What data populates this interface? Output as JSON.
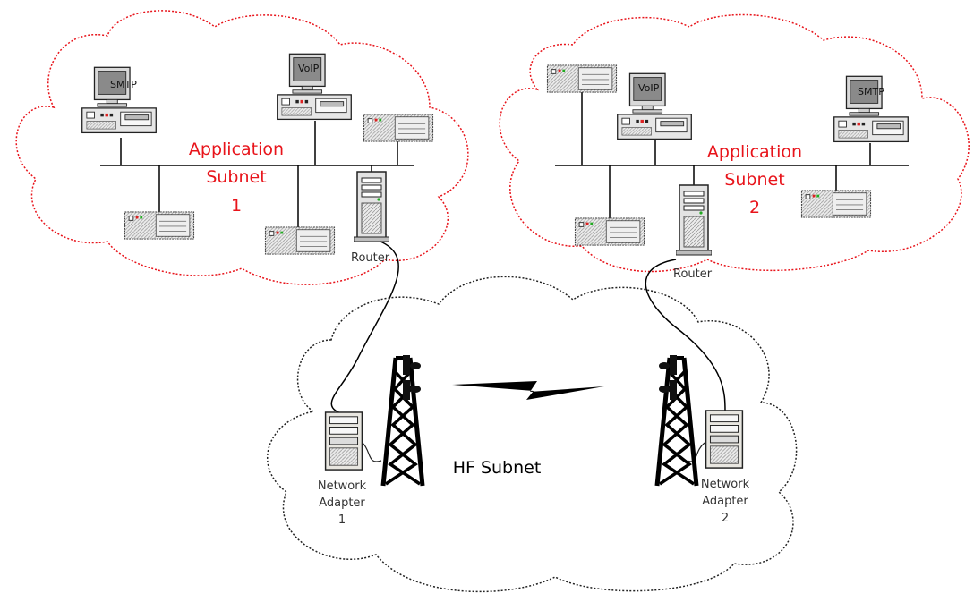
{
  "clouds": {
    "application_subnet_1": {
      "label_lines": [
        "Application",
        "Subnet",
        "1"
      ],
      "border_color": "#e8141b",
      "router_label": "Router",
      "hosts": [
        {
          "screen_label": "SMTP"
        },
        {
          "screen_label": "VoIP"
        }
      ]
    },
    "application_subnet_2": {
      "label_lines": [
        "Application",
        "Subnet",
        "2"
      ],
      "border_color": "#e8141b",
      "router_label": "Router",
      "hosts": [
        {
          "screen_label": "VoIP"
        },
        {
          "screen_label": "SMTP"
        }
      ]
    },
    "hf_subnet": {
      "label": "HF Subnet",
      "border_color": "#222222",
      "adapter_1_lines": [
        "Network",
        "Adapter",
        "1"
      ],
      "adapter_2_lines": [
        "Network",
        "Adapter",
        "2"
      ]
    }
  },
  "colors": {
    "label_red": "#e8141b",
    "device_body": "#e6e6e6",
    "screen": "#8a8a8a"
  },
  "icons": [
    "desktop-computer-icon",
    "network-device-icon",
    "router-tower-icon",
    "radio-tower-icon",
    "lightning-bolt-icon"
  ]
}
